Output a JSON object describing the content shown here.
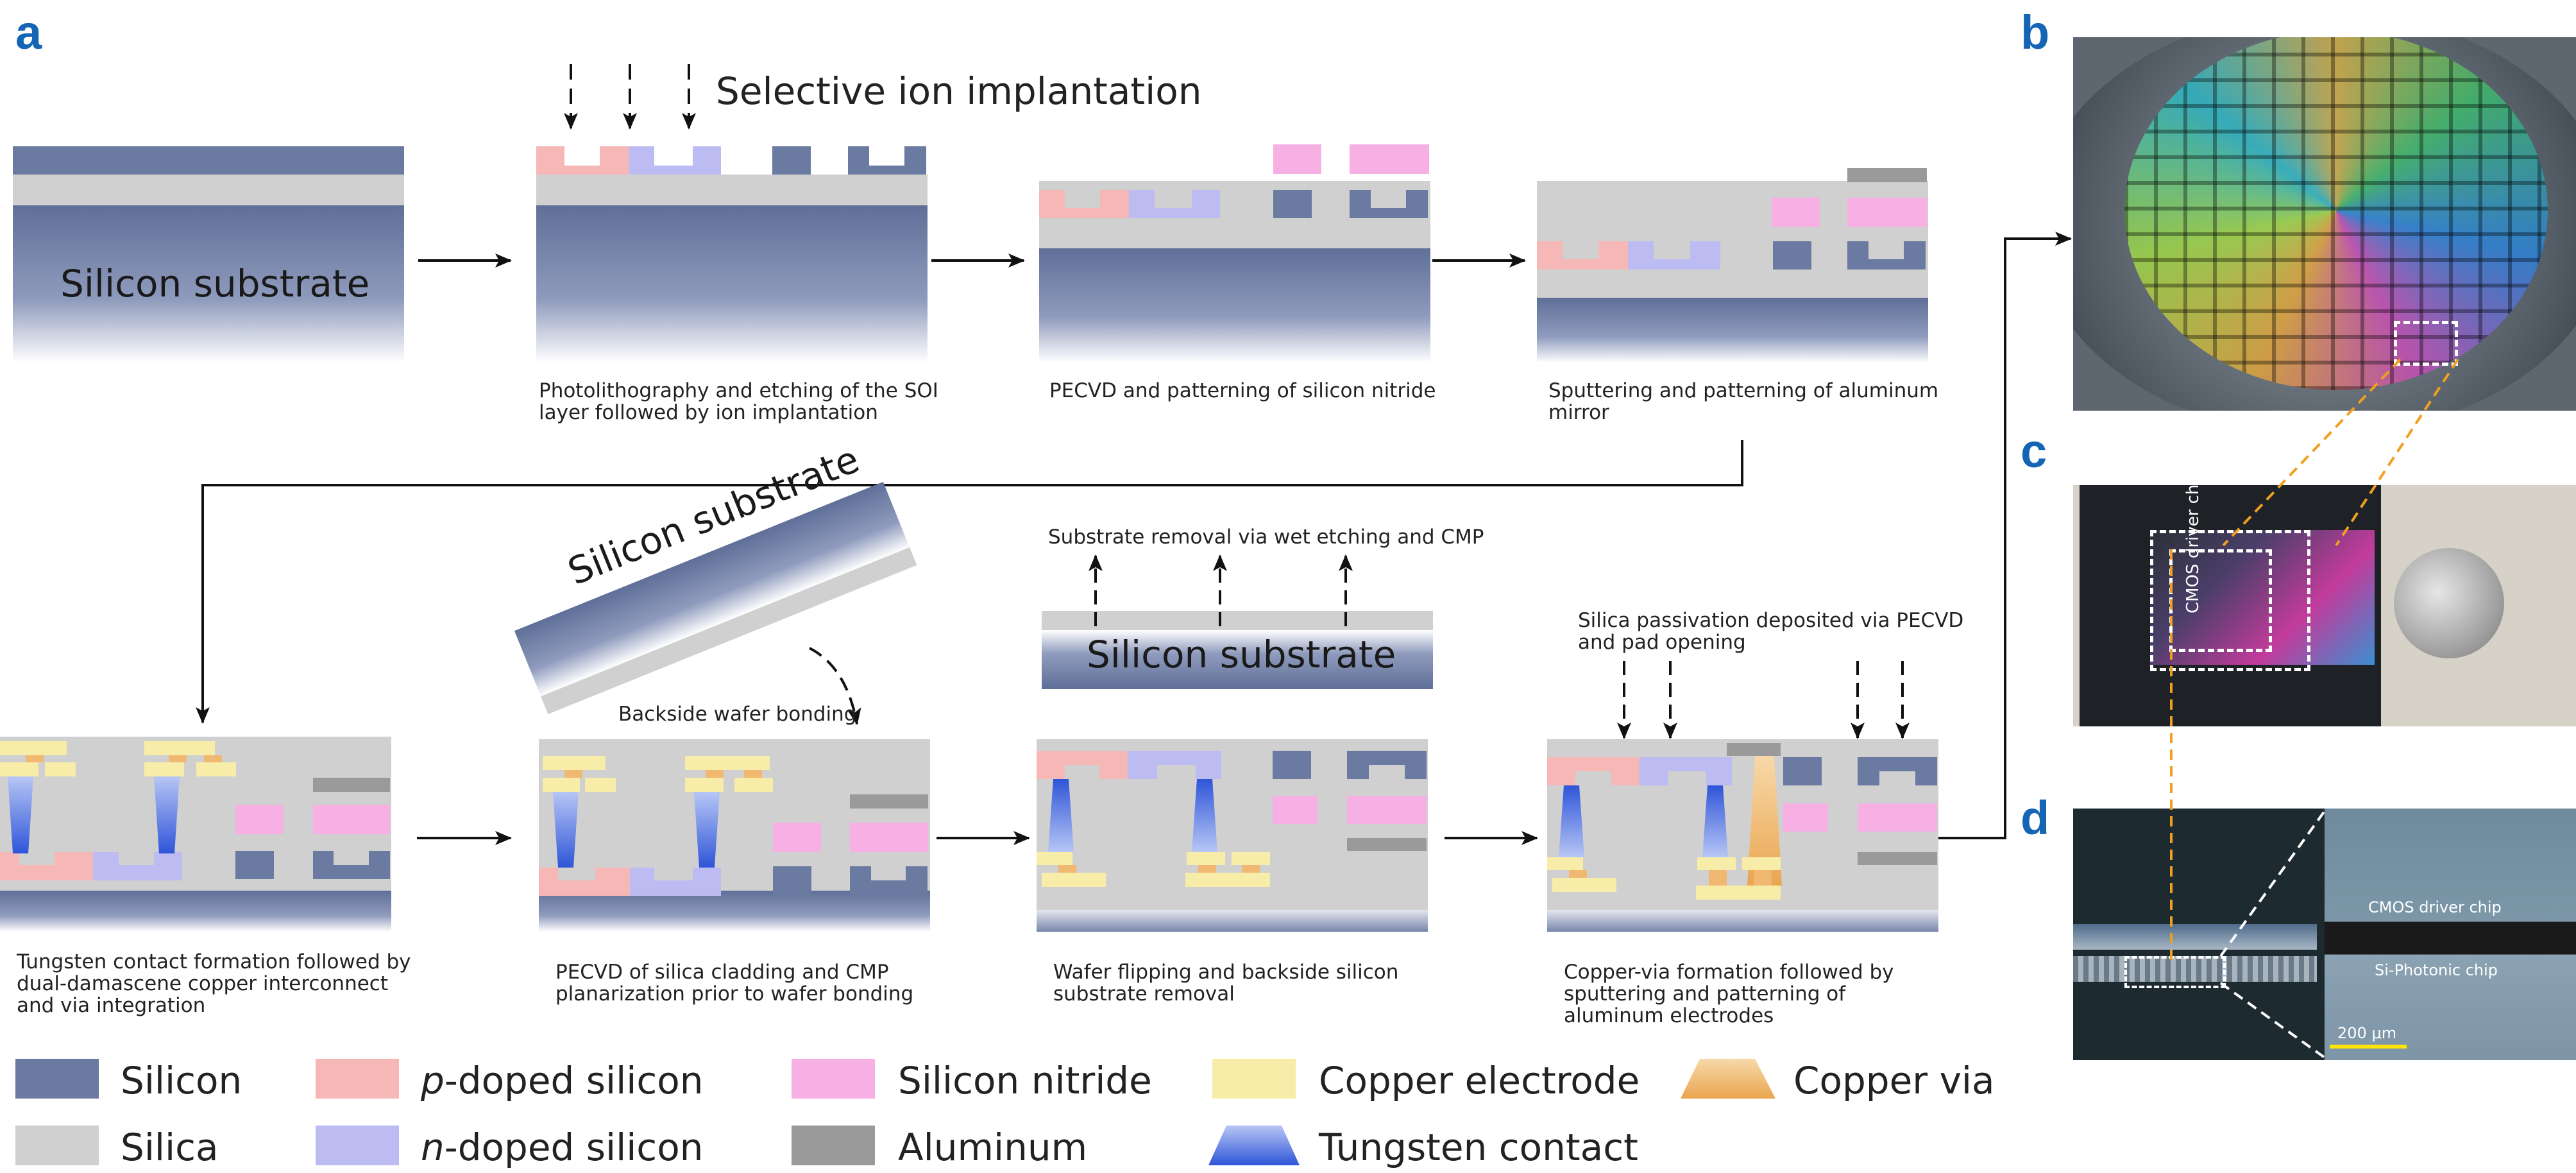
{
  "panels": {
    "a": "a",
    "b": "b",
    "c": "c",
    "d": "d"
  },
  "step_texts": {
    "silicon_substrate": "Silicon substrate",
    "selective_ion_implantation": "Selective ion implantation",
    "substrate_removal": "Substrate removal via wet etching and CMP",
    "backside_wafer_bonding": "Backside wafer bonding",
    "silica_passivation": "Silica passivation deposited via PECVD and pad opening"
  },
  "captions": [
    "Photolithography and etching of the SOI layer followed by ion implantation",
    "PECVD and patterning of silicon nitride",
    "Sputtering and patterning of aluminum mirror",
    "Tungsten contact formation followed by dual-damascene copper interconnect and via integration",
    "PECVD of silica cladding and CMP planarization prior to wafer bonding",
    "Wafer flipping and backside silicon substrate removal",
    "Copper-via formation followed by sputtering and patterning of aluminum electrodes"
  ],
  "legend": [
    {
      "label": "Silicon",
      "color": "#6b7aa0"
    },
    {
      "label": "Silica",
      "color": "#d0d0d0"
    },
    {
      "prefix": "p",
      "label": "-doped silicon",
      "color": "#f6b7b7"
    },
    {
      "prefix": "n",
      "label": "-doped silicon",
      "color": "#bcbcf2"
    },
    {
      "label": "Silicon nitride",
      "color": "#f7b0e3"
    },
    {
      "label": "Aluminum",
      "color": "#9a9a9a"
    },
    {
      "label": "Copper electrode",
      "color": "#f8eda8"
    },
    {
      "label": "Tungsten contact",
      "color": "#3f63e0"
    },
    {
      "label": "Copper via",
      "color": "#f0b870"
    }
  ],
  "photos": {
    "chip_label": "CMOS driver chip",
    "cmos_driver_chip": "CMOS driver chip",
    "si_photonic_chip": "Si-Photonic chip",
    "scale_bar": "200 μm"
  }
}
